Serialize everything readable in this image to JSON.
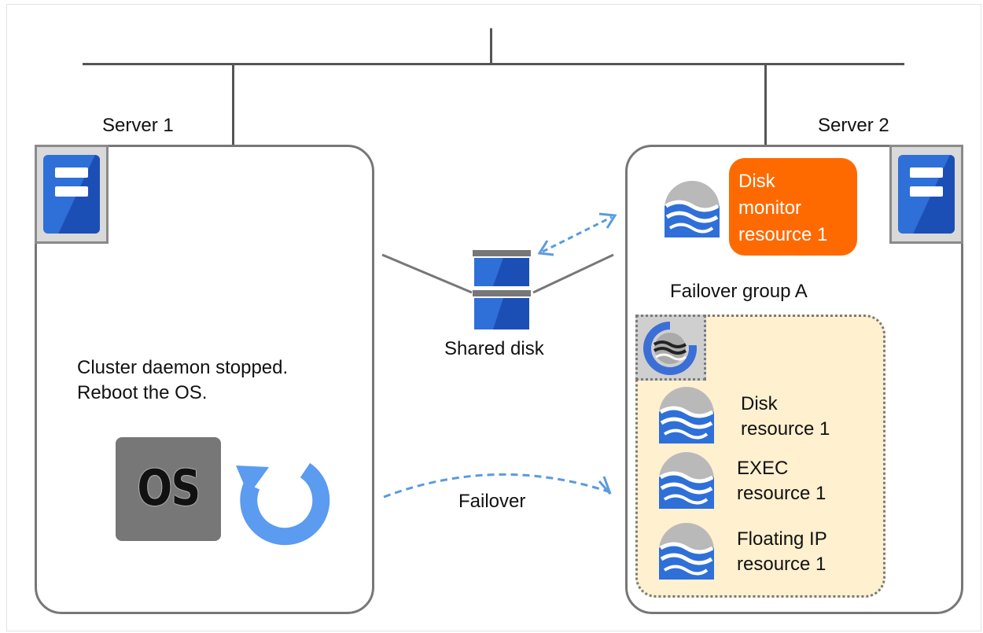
{
  "servers": {
    "server1": {
      "label": "Server 1"
    },
    "server2": {
      "label": "Server 2"
    }
  },
  "status_message": {
    "line1": "Cluster daemon stopped.",
    "line2": "Reboot the OS."
  },
  "os_icon": {
    "text": "OS"
  },
  "shared_disk": {
    "label": "Shared disk"
  },
  "failover": {
    "label": "Failover"
  },
  "disk_monitor": {
    "line1": "Disk",
    "line2": "monitor",
    "line3": "resource 1",
    "color": "#ff6a00"
  },
  "failover_group": {
    "title": "Failover group A",
    "background": "#fff0cf",
    "resources": [
      {
        "line1": "Disk",
        "line2": "resource 1",
        "icon": "resource-icon"
      },
      {
        "line1": "EXEC",
        "line2": "resource 1",
        "icon": "resource-icon"
      },
      {
        "line1": "Floating IP",
        "line2": "resource 1",
        "icon": "resource-icon"
      }
    ]
  },
  "colors": {
    "server_blue": "#2f6fd8",
    "arrow_blue": "#5a9be0",
    "reboot_blue": "#5b9bf0"
  }
}
